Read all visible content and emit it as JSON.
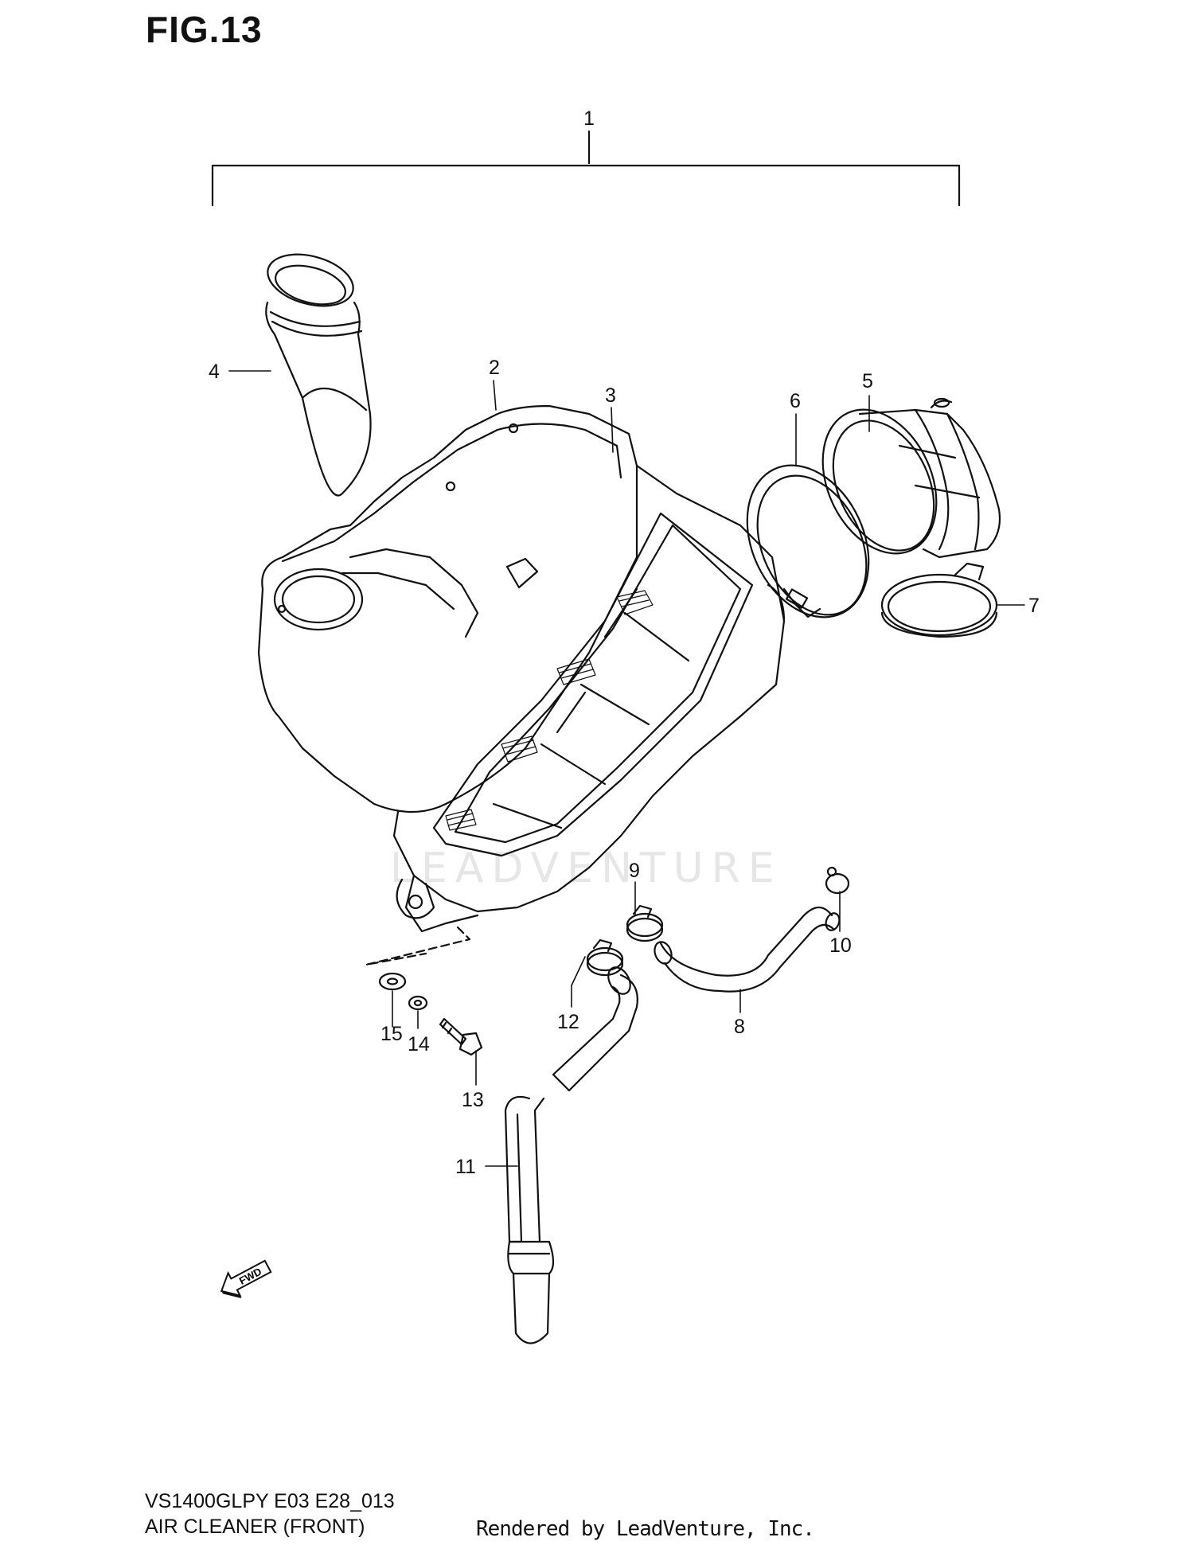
{
  "figure": {
    "title": "FIG.13"
  },
  "callouts": [
    {
      "id": "1",
      "label": "1"
    },
    {
      "id": "2",
      "label": "2"
    },
    {
      "id": "3",
      "label": "3"
    },
    {
      "id": "4",
      "label": "4"
    },
    {
      "id": "5",
      "label": "5"
    },
    {
      "id": "6",
      "label": "6"
    },
    {
      "id": "7",
      "label": "7"
    },
    {
      "id": "8",
      "label": "8"
    },
    {
      "id": "9",
      "label": "9"
    },
    {
      "id": "10",
      "label": "10"
    },
    {
      "id": "11",
      "label": "11"
    },
    {
      "id": "12",
      "label": "12"
    },
    {
      "id": "13",
      "label": "13"
    },
    {
      "id": "14",
      "label": "14"
    },
    {
      "id": "15",
      "label": "15"
    }
  ],
  "direction_marker": {
    "text": "FWD"
  },
  "watermark": {
    "text": "LEADVENTURE"
  },
  "footer": {
    "model_code": "VS1400GLPY E03 E28_013",
    "section_name": "AIR CLEANER (FRONT)",
    "rendered_by": "Rendered by LeadVenture, Inc."
  }
}
